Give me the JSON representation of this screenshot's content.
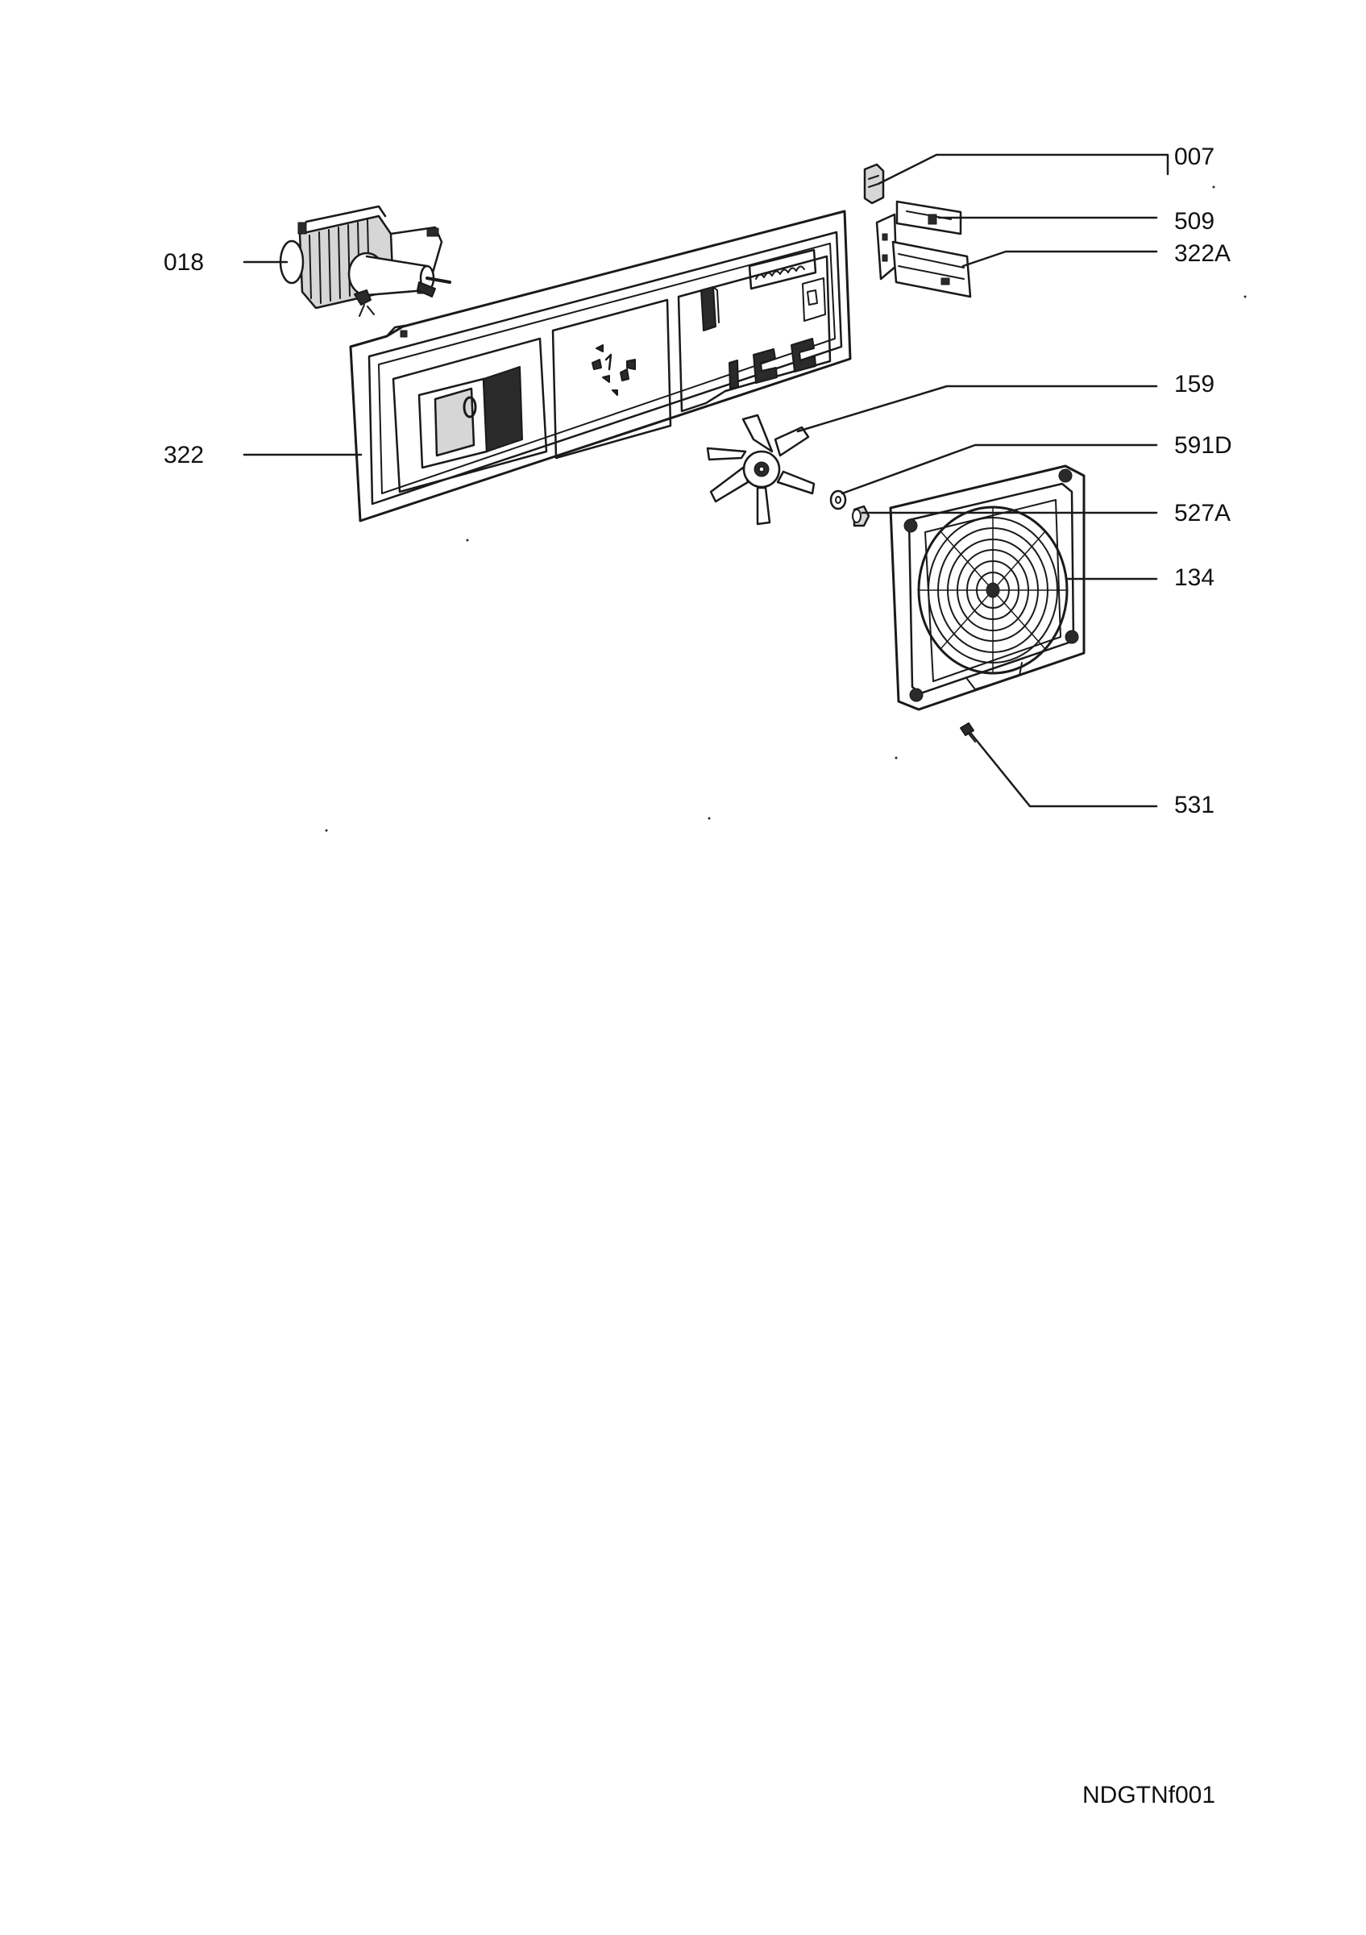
{
  "diagram": {
    "drawing_code": "NDGTNf001",
    "callouts": [
      {
        "id": "c007",
        "label": "007"
      },
      {
        "id": "c509",
        "label": "509"
      },
      {
        "id": "c018",
        "label": "018"
      },
      {
        "id": "c322A",
        "label": "322A"
      },
      {
        "id": "c159",
        "label": "159"
      },
      {
        "id": "c322",
        "label": "322"
      },
      {
        "id": "c591D",
        "label": "591D"
      },
      {
        "id": "c527A",
        "label": "527A"
      },
      {
        "id": "c134",
        "label": "134"
      },
      {
        "id": "c531",
        "label": "531"
      }
    ]
  }
}
